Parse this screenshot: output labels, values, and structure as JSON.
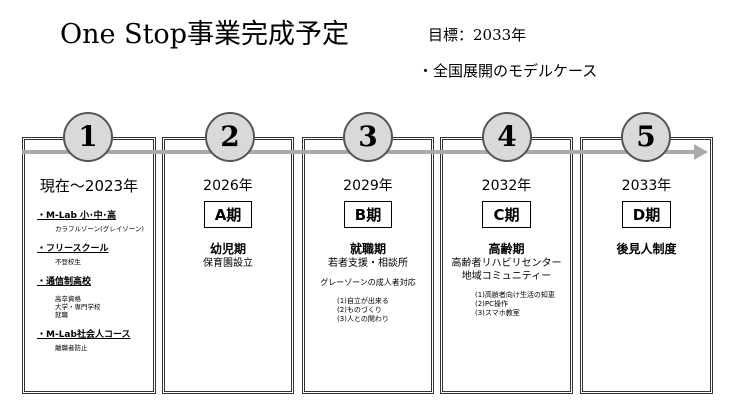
{
  "header": {
    "title": "One Stop事業完成予定",
    "goal": "目標：2033年",
    "model": "・全国展開のモデルケース"
  },
  "steps": [
    {
      "number": "1",
      "year": "現在～2023年",
      "sections": [
        {
          "heading": "・M-Lab 小･中･高",
          "notes": [
            "カラフルゾーン(グレイゾーン)"
          ]
        },
        {
          "heading": "・フリースクール",
          "notes": [
            "不登校生"
          ]
        },
        {
          "heading": "・通信制高校",
          "notes": [
            "高卒資格",
            "大学・専門学校",
            "就職"
          ]
        },
        {
          "heading": "・M-Lab社会人コース",
          "notes": [
            "離職者防止"
          ]
        }
      ]
    },
    {
      "number": "2",
      "year": "2026年",
      "period": "A期",
      "stage": "幼児期",
      "lines": [
        "保育園設立"
      ]
    },
    {
      "number": "3",
      "year": "2029年",
      "period": "B期",
      "stage": "就職期",
      "lines": [
        "若者支援・相談所",
        "グレーゾーンの成人者対応"
      ],
      "items": [
        "(1)自立が出来る",
        "(2)ものづくり",
        "(3)人との関わり"
      ]
    },
    {
      "number": "4",
      "year": "2032年",
      "period": "C期",
      "stage": "高齢期",
      "lines": [
        "高齢者リハビリセンター",
        "地域コミュニティー"
      ],
      "items": [
        "(1)高齢者向け生活の知恵",
        "(2)PC操作",
        "(3)スマホ教室"
      ]
    },
    {
      "number": "5",
      "year": "2033年",
      "period": "D期",
      "stage": "後見人制度"
    }
  ]
}
